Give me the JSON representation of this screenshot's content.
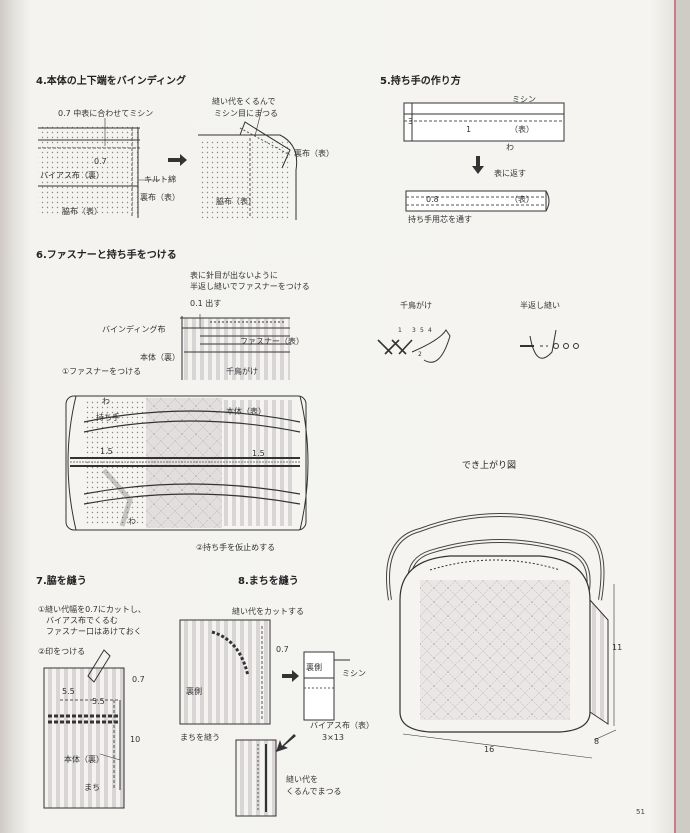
{
  "page_number": "51",
  "sections": {
    "s4": {
      "title": "4.本体の上下端をバインディング",
      "labels": [
        "0.7 中表に合わせてミシン",
        "0.7",
        "バイアス布（裏）",
        "キルト綿",
        "裏布（表）",
        "脇布（表）",
        "縫い代をくるんで",
        "ミシン目にまつる",
        "裏布（表）",
        "脇布（表）"
      ]
    },
    "s5": {
      "title": "5.持ち手の作り方",
      "labels": [
        "ミシン",
        "3",
        "1",
        "（表）",
        "わ",
        "表に返す",
        "0.8",
        "（表）",
        "持ち手用芯を通す"
      ]
    },
    "s6": {
      "title": "6.ファスナーと持ち手をつける",
      "labels": [
        "表に針目が出ないように",
        "半返し縫いでファスナーをつける",
        "0.1 出す",
        "バインディング布",
        "ファスナー（表）",
        "本体（裏）",
        "千鳥がけ",
        "①ファスナーをつける",
        "わ",
        "持ち手",
        "本体（表）",
        "1.5",
        "1.5",
        "わ",
        "②持ち手を仮止めする"
      ]
    },
    "stitches": {
      "labels": [
        "千鳥がけ",
        "半返し縫い",
        "1",
        "3",
        "5",
        "4",
        "2"
      ]
    },
    "finished": {
      "title": "でき上がり図",
      "labels": [
        "11",
        "16",
        "8"
      ]
    },
    "s7": {
      "title": "7.脇を縫う",
      "labels": [
        "①縫い代幅を0.7にカットし、",
        "バイアス布でくるむ",
        "ファスナー口はあけておく",
        "②印をつける",
        "0.7",
        "5.5",
        "5.5",
        "10",
        "本体（裏）",
        "まち"
      ]
    },
    "s8": {
      "title": "8.まちを縫う",
      "labels": [
        "縫い代をカットする",
        "0.7",
        "裏側",
        "まちを縫う",
        "裏側",
        "ミシン",
        "バイアス布（表）",
        "3×13",
        "縫い代を",
        "くるんでまつる"
      ]
    }
  }
}
